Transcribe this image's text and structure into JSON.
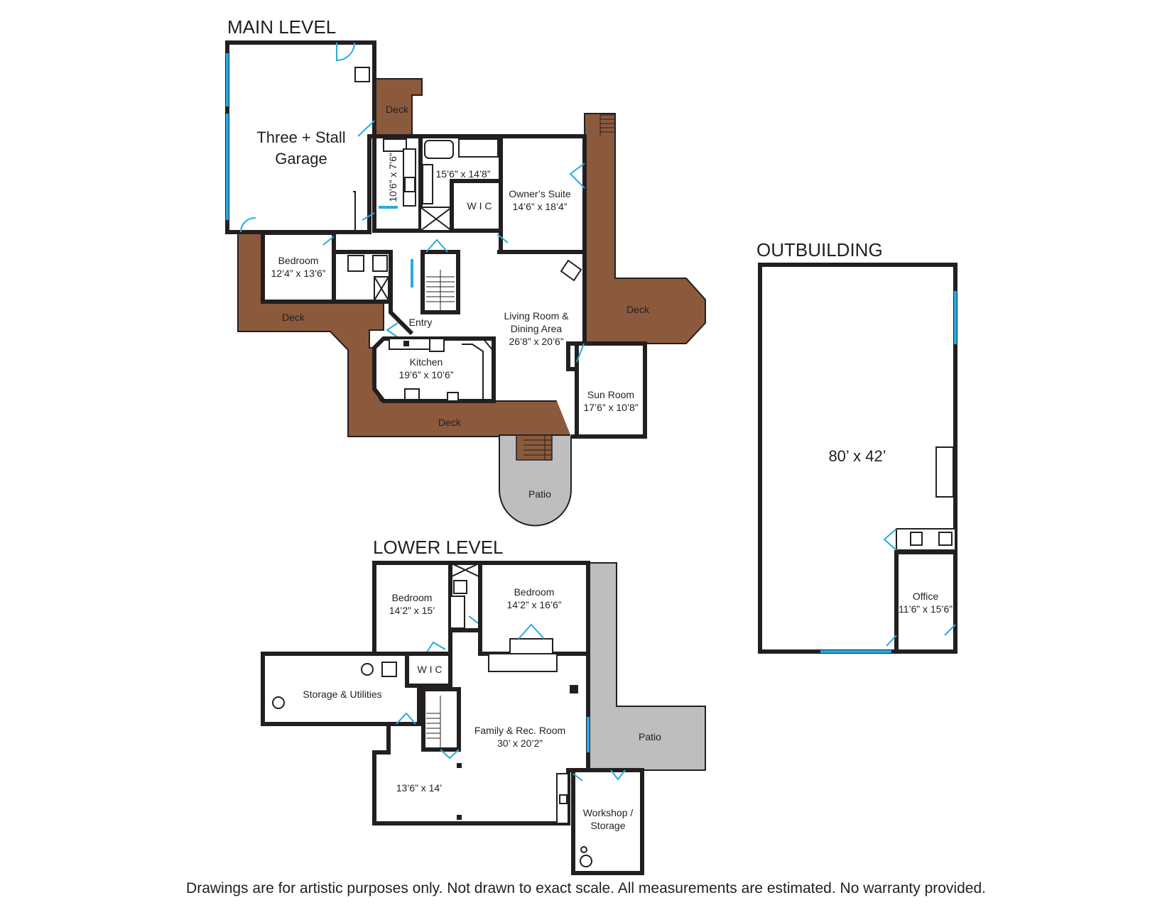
{
  "headings": {
    "main_level": "MAIN LEVEL",
    "lower_level": "LOWER LEVEL",
    "outbuilding": "OUTBUILDING"
  },
  "main_level": {
    "garage_line1": "Three + Stall",
    "garage_line2": "Garage",
    "deck_label": "Deck",
    "laundry_dim": "10’6” x 7’6”",
    "bath_dim": "15’6” x 14’8”",
    "wic": "W I C",
    "owners_suite": "Owner’s Suite",
    "owners_suite_dim": "14’6” x 18’4”",
    "bedroom": "Bedroom",
    "bedroom_dim": "12’4” x 13’6”",
    "entry": "Entry",
    "living_line1": "Living Room &",
    "living_line2": "Dining Area",
    "living_dim": "26’8” x 20’6”",
    "kitchen": "Kitchen",
    "kitchen_dim": "19’6” x 10’6”",
    "sun_room": "Sun Room",
    "sun_room_dim": "17’6” x 10’8”",
    "patio": "Patio"
  },
  "lower_level": {
    "bedroom": "Bedroom",
    "bedroom1_dim": "14’2” x 15’",
    "bedroom2_dim": "14’2” x 16’6”",
    "wic": "W I C",
    "storage": "Storage & Utilities",
    "family_line1": "Family & Rec. Room",
    "family_dim": "30’ x 20’2”",
    "patio": "Patio",
    "flex_dim": "13’6” x 14’",
    "workshop_line1": "Workshop /",
    "workshop_line2": "Storage"
  },
  "outbuilding": {
    "dim": "80’ x 42’",
    "office": "Office",
    "office_dim": "11’6” x 15’6”"
  },
  "disclaimer": "Drawings are for artistic purposes only. Not drawn to exact scale. All measurements are estimated. No warranty provided.",
  "colors": {
    "deck": "#8b5a3c",
    "patio": "#bcbec0",
    "wall": "#231f20",
    "window": "#27aae1"
  }
}
